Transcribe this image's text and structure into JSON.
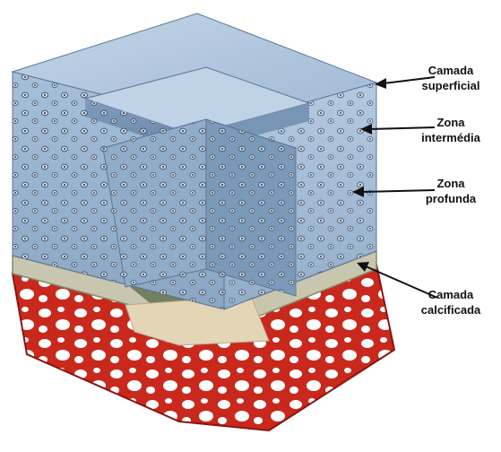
{
  "colors": {
    "cartilage": "#a9c2dc",
    "cartilage_dark": "#7e9cbd",
    "cartilage_light": "#d6e3f0",
    "tidemark": "#7f8f6a",
    "calcified": "#c9c6b0",
    "bone_red": "#c8291c",
    "bone_dark": "#8a1410",
    "subchondral": "#e3d5b6",
    "arrow": "#111111"
  },
  "labels": [
    {
      "id": "camada-superficial",
      "lines": [
        "Camada",
        "superficial"
      ]
    },
    {
      "id": "zona-intermedia",
      "lines": [
        "Zona",
        "intermédia"
      ]
    },
    {
      "id": "zona-profunda",
      "lines": [
        "Zona",
        "profunda"
      ]
    },
    {
      "id": "camada-calcificada",
      "lines": [
        "Camada",
        "calcificada"
      ]
    }
  ]
}
